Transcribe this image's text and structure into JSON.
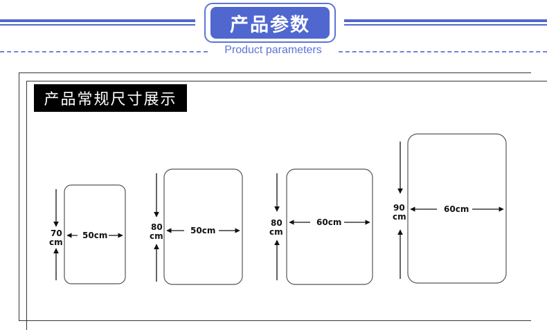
{
  "header": {
    "title": "产品参数",
    "subtitle": "Product parameters",
    "accent_color": "#4f67cf"
  },
  "panel": {
    "label": "产品常规尺寸展示"
  },
  "sizes": [
    {
      "height_num": "70",
      "height_unit": "cm",
      "width": "50cm"
    },
    {
      "height_num": "80",
      "height_unit": "cm",
      "width": "50cm"
    },
    {
      "height_num": "80",
      "height_unit": "cm",
      "width": "60cm"
    },
    {
      "height_num": "90",
      "height_unit": "cm",
      "width": "60cm"
    }
  ]
}
